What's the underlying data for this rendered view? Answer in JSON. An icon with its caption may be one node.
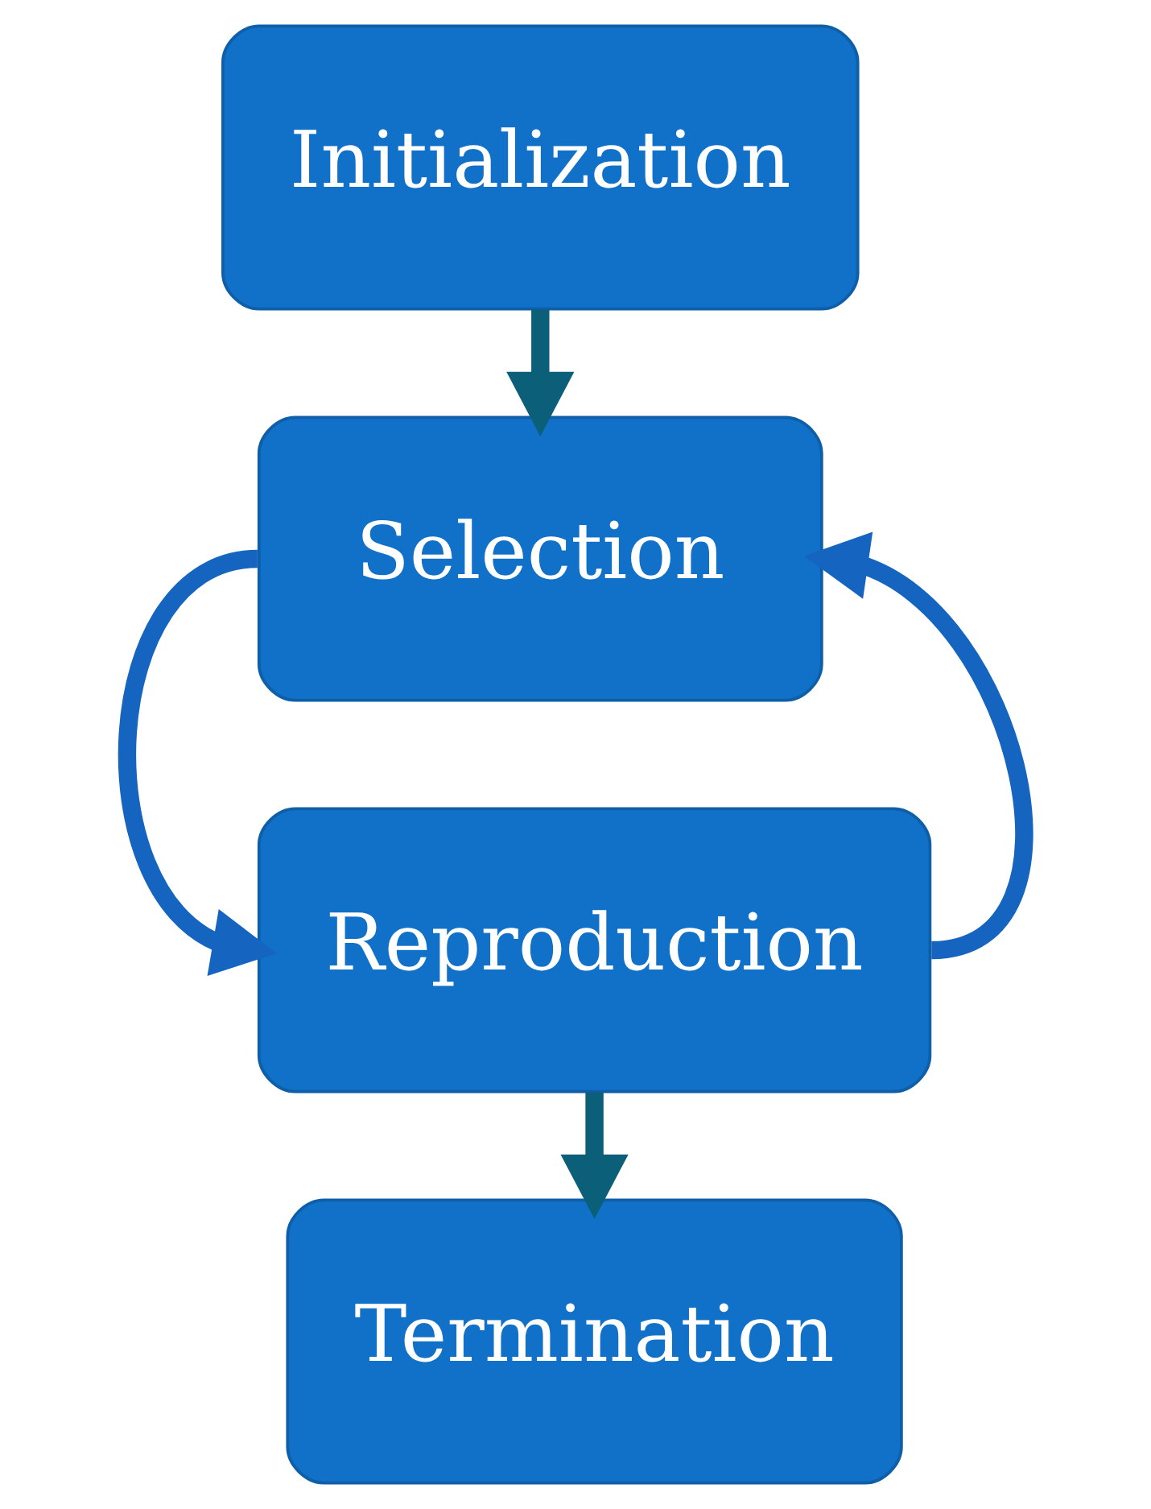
{
  "diagram": {
    "nodes": [
      {
        "text": [
          "Initialization"
        ]
      },
      {
        "text": [
          "Selection"
        ]
      },
      {
        "text": [
          "Reproduction"
        ]
      },
      {
        "text": [
          "Termination"
        ]
      }
    ],
    "edges": [
      {
        "from": 0,
        "to": 1,
        "arrow": "to",
        "color": "#0b5f78"
      },
      {
        "from": 1,
        "to": 2,
        "arrow": "to",
        "color": "#1565c0"
      },
      {
        "from": 2,
        "to": 1,
        "arrow": "to",
        "color": "#1565c0"
      },
      {
        "from": 2,
        "to": 3,
        "arrow": "to",
        "color": "#0b5f78"
      }
    ]
  }
}
